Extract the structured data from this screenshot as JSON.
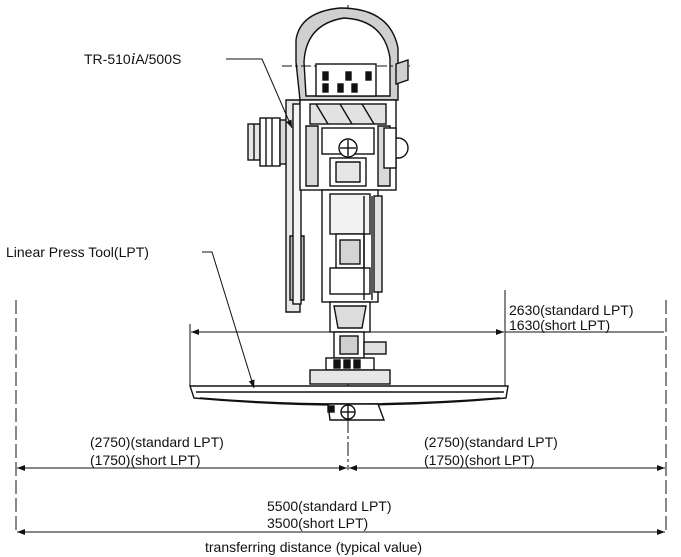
{
  "labels": {
    "robot_model": "TR-510iA/500S",
    "robot_model_parts": {
      "prefix": "TR-510",
      "italic": "i",
      "suffix": "A/500S"
    },
    "tool": "Linear Press Tool(LPT)"
  },
  "dimensions": {
    "upper_standard": "2630(standard LPT)",
    "upper_short": "1630(short LPT)",
    "left_standard": "(2750)(standard LPT)",
    "left_short": "(1750)(short LPT)",
    "right_standard": "(2750)(standard LPT)",
    "right_short": "(1750)(short LPT)",
    "total_standard": "5500(standard LPT)",
    "total_short": "3500(short LPT)"
  },
  "caption": "transferring distance (typical value)",
  "colors": {
    "ink": "#111111",
    "shade": "#bfbfbf",
    "light": "#e2e2e2"
  }
}
